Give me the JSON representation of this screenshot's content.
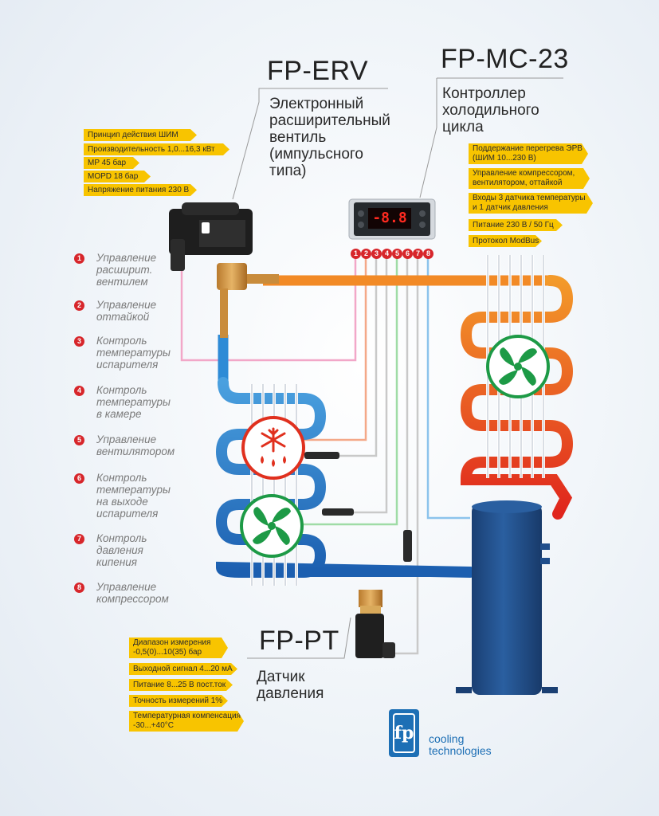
{
  "erv": {
    "title": "FP-ERV",
    "subtitle": "Электронный\nрасширительный\nвентиль\n(импульсного\nтипа)",
    "specs": [
      "Принцип действия ШИМ",
      "Производительность 1,0...16,3 кВт",
      "MP 45 бар",
      "MOPD 18 бар",
      "Напряжение питания 230 В"
    ]
  },
  "controller": {
    "title": "FP-MC-23",
    "subtitle": "Контроллер\nхолодильного\nцикла",
    "specs": [
      "Поддержание перегрева ЭРВ\n(ШИМ 10...230 В)",
      "Управление компрессором,\nвентилятором, оттайкой",
      "Входы 3 датчика температуры\nи 1 датчик давления",
      "Питание 230 В / 50 Гц",
      "Протокол ModBus"
    ],
    "display": "-8.8",
    "terminals": [
      "1",
      "2",
      "3",
      "4",
      "5",
      "6",
      "7",
      "8"
    ]
  },
  "sensor": {
    "title": "FP-PT",
    "subtitle": "Датчик\nдавления",
    "specs": [
      "Диапазон измерения\n-0,5(0)...10(35) бар",
      "Выходной сигнал 4...20 мА",
      "Питание 8...25 В пост.ток",
      "Точность измерений 1%",
      "Температурная компенсация\n-30...+40°C"
    ]
  },
  "legend": [
    {
      "num": "1",
      "text": "Управление\nрасширит.\nвентилем"
    },
    {
      "num": "2",
      "text": "Управление\nоттайкой"
    },
    {
      "num": "3",
      "text": "Контроль\nтемпературы\nиспарителя"
    },
    {
      "num": "4",
      "text": "Контроль\nтемпературы\nв камере"
    },
    {
      "num": "5",
      "text": "Управление\nвентилятором"
    },
    {
      "num": "6",
      "text": "Контроль\nтемпературы\nна выходе\nиспарителя"
    },
    {
      "num": "7",
      "text": "Контроль\nдавления\nкипения"
    },
    {
      "num": "8",
      "text": "Управление\nкомпрессором"
    }
  ],
  "logo": {
    "mark": "fp",
    "text": "cooling\ntechnologies"
  },
  "colors": {
    "tag": "#f8c400",
    "hot_pipe": "#f0701e",
    "cold_pipe": "#1e6fc0",
    "compressor": "#1f4e8c",
    "number_badge": "#d7262b"
  },
  "icons": [
    "snowflake-icon",
    "fan-icon",
    "fan-icon"
  ]
}
